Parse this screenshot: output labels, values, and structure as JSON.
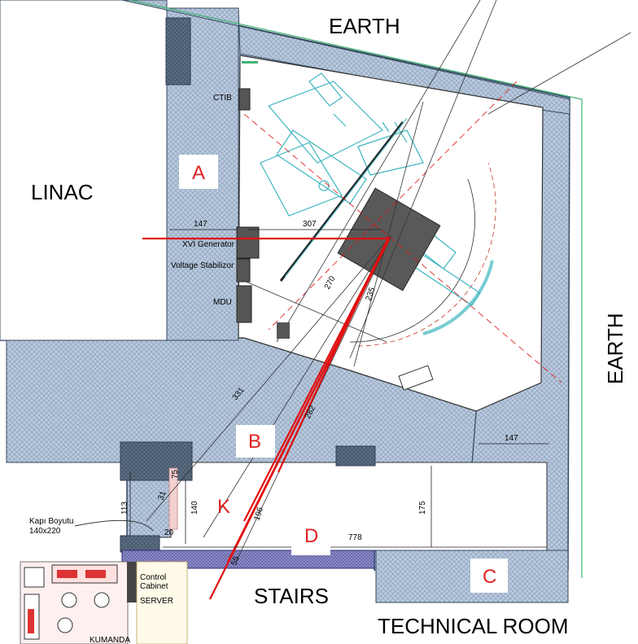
{
  "labels": {
    "earth_top": "EARTH",
    "earth_right": "EARTH",
    "linac": "LINAC",
    "stairs": "STAIRS",
    "technical_room": "TECHNICAL ROOM"
  },
  "zones": {
    "a": "A",
    "b": "B",
    "c": "C",
    "d": "D",
    "k": "K"
  },
  "equipment": {
    "ctib": "CTIB",
    "xvi_generator": "XVİ Generator",
    "voltage_stabilizer": "Voltage Stabilizor",
    "mdu": "MDU",
    "control_cabinet_line1": "Control",
    "control_cabinet_line2": "Cabinet",
    "server": "SERVER",
    "kumanda": "KUMANDA"
  },
  "door": {
    "line1": "Kapı Boyutu",
    "line2": "140x220"
  },
  "dimensions": {
    "d147_left": "147",
    "d307": "307",
    "d270": "270",
    "d235": "235",
    "d331": "331",
    "d282": "282",
    "d147_right": "147",
    "d75": "75",
    "d31": "31",
    "d113": "113",
    "d140": "140",
    "d20": "20",
    "d196": "196",
    "d175": "175",
    "d778": "778",
    "d55": "55"
  },
  "colors": {
    "shield_fill": "#b9c9dd",
    "shield_dark": "#5d6f84",
    "beam_red": "#e01010",
    "equipment_cyan": "#3fb6c0",
    "earth_line": "#3cb371"
  }
}
